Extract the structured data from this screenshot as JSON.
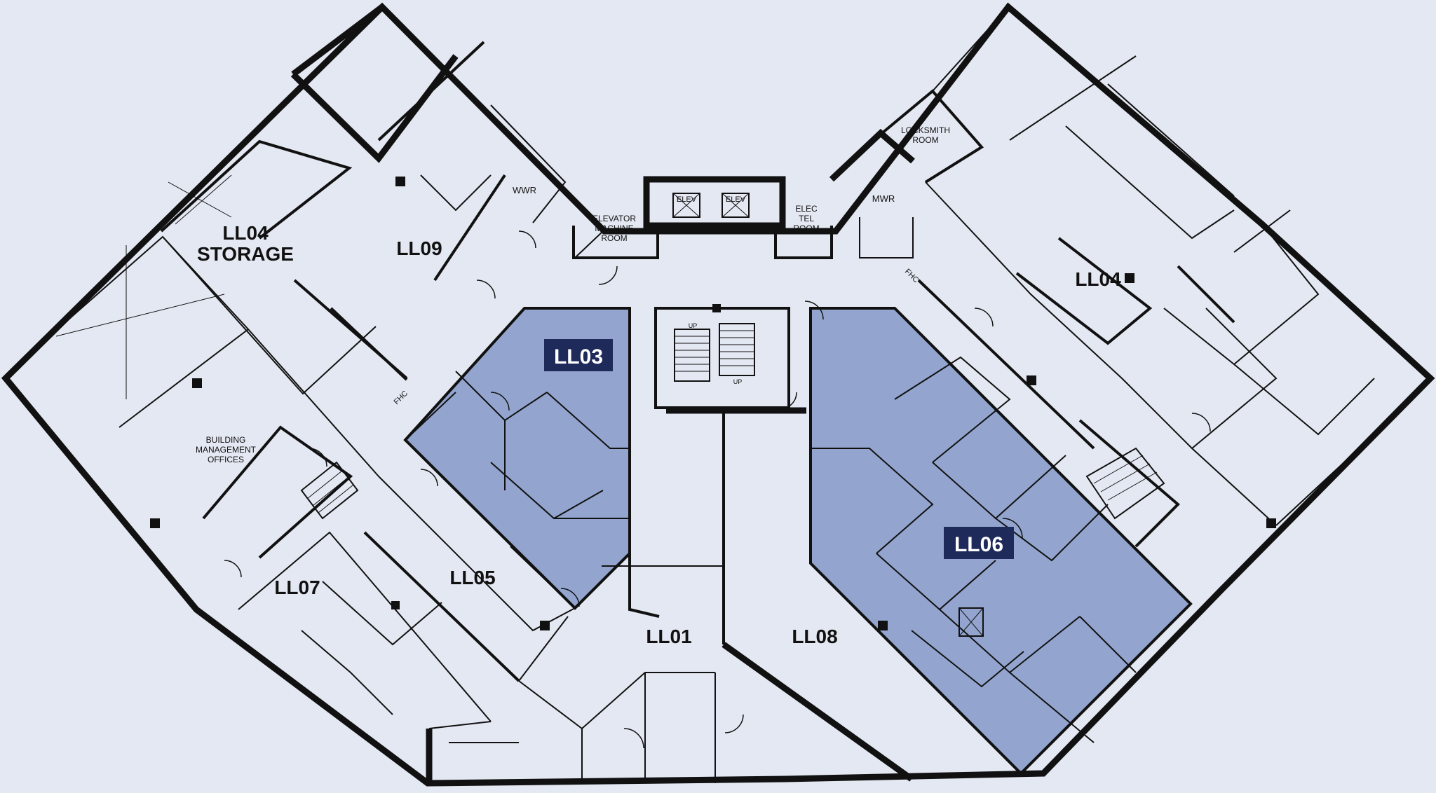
{
  "rooms": {
    "ll01": "LL01",
    "ll04_storage_line1": "LL04",
    "ll04_storage_line2": "STORAGE",
    "ll04_east": "LL04",
    "ll05": "LL05",
    "ll07": "LL07",
    "ll08": "LL08",
    "ll09": "LL09"
  },
  "highlighted_suites": {
    "ll03": "LL03",
    "ll06": "LL06"
  },
  "labels": {
    "wwr": "WWR",
    "mwr": "MWR",
    "elev_1": "ELEV",
    "elev_2": "ELEV",
    "elevator_machine_l1": "ELEVATOR",
    "elevator_machine_l2": "MACHINE",
    "elevator_machine_l3": "ROOM",
    "elec_tel_l1": "ELEC",
    "elec_tel_l2": "TEL",
    "elec_tel_l3": "ROOM",
    "locksmith_l1": "LOCKSMITH",
    "locksmith_l2": "ROOM",
    "building_mgmt_l1": "BUILDING",
    "building_mgmt_l2": "MANAGEMENT",
    "building_mgmt_l3": "OFFICES",
    "fhc_1": "FHC",
    "fhc_2": "FHC",
    "stair_up_1": "UP",
    "stair_up_2": "UP"
  },
  "colors": {
    "background": "#e4e8f2",
    "suite_fill": "#93a5cf",
    "tag_fill": "#1d2a5a",
    "wall": "#111111"
  }
}
